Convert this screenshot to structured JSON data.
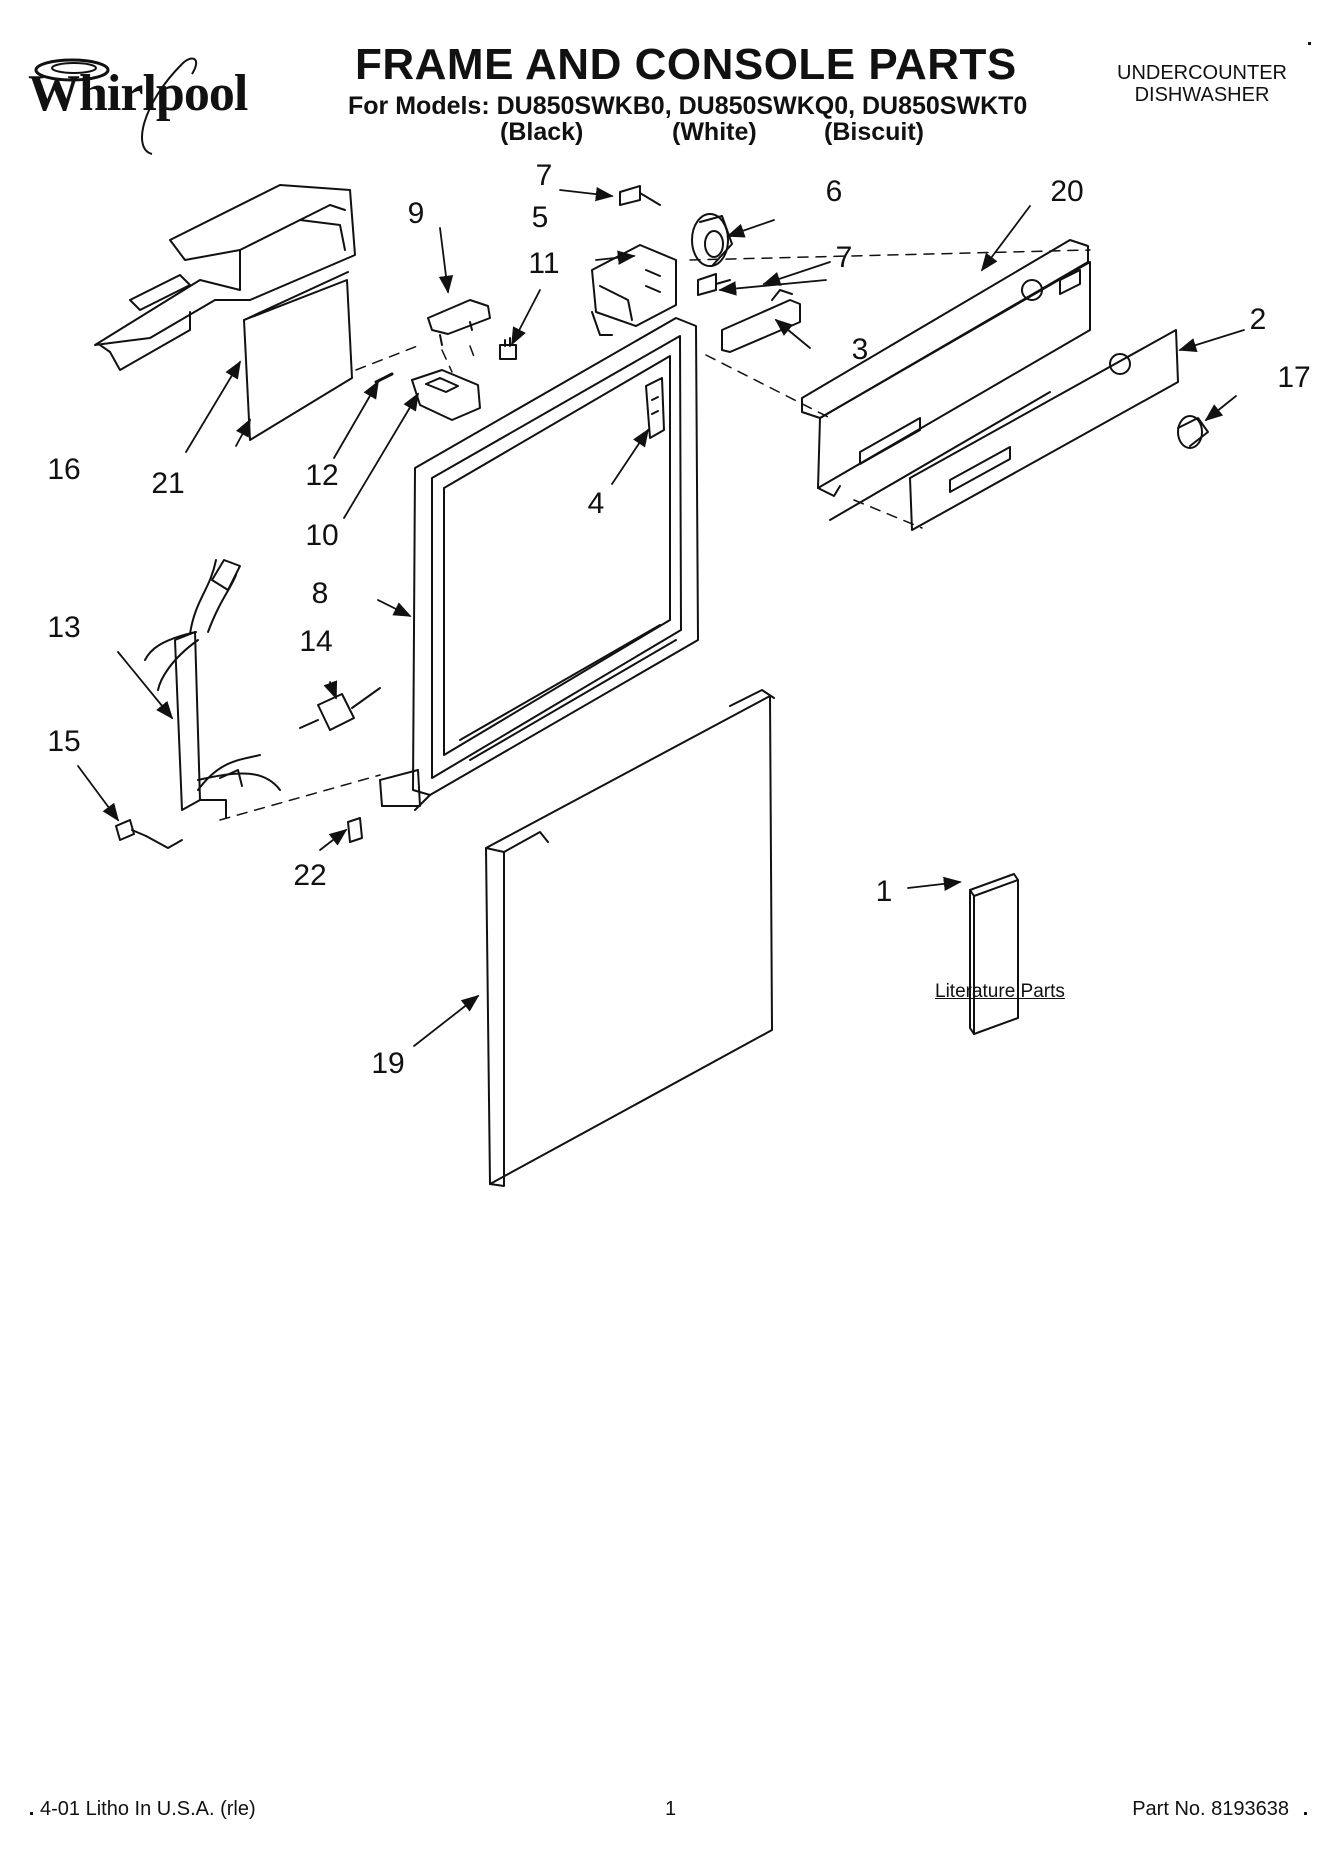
{
  "brand": {
    "logo_text": "Whirlpool"
  },
  "header": {
    "title": "FRAME AND CONSOLE PARTS",
    "models": "For Models: DU850SWKB0, DU850SWKQ0, DU850SWKT0",
    "color_black": "(Black)",
    "color_white": "(White)",
    "color_biscuit": "(Biscuit)",
    "appliance_line1": "UNDERCOUNTER",
    "appliance_line2": "DISHWASHER"
  },
  "callouts": {
    "c1": "1",
    "c2": "2",
    "c3": "3",
    "c4": "4",
    "c5": "5",
    "c6": "6",
    "c7a": "7",
    "c7b": "7",
    "c8": "8",
    "c9": "9",
    "c10": "10",
    "c11": "11",
    "c12": "12",
    "c13": "13",
    "c14": "14",
    "c15": "15",
    "c16": "16",
    "c17": "17",
    "c19": "19",
    "c20": "20",
    "c21": "21",
    "c22": "22"
  },
  "literature_label": "Literature Parts",
  "footer": {
    "litho": "4-01 Litho In U.S.A. (rle)",
    "page_number": "1",
    "part_number": "Part No. 8193638"
  }
}
